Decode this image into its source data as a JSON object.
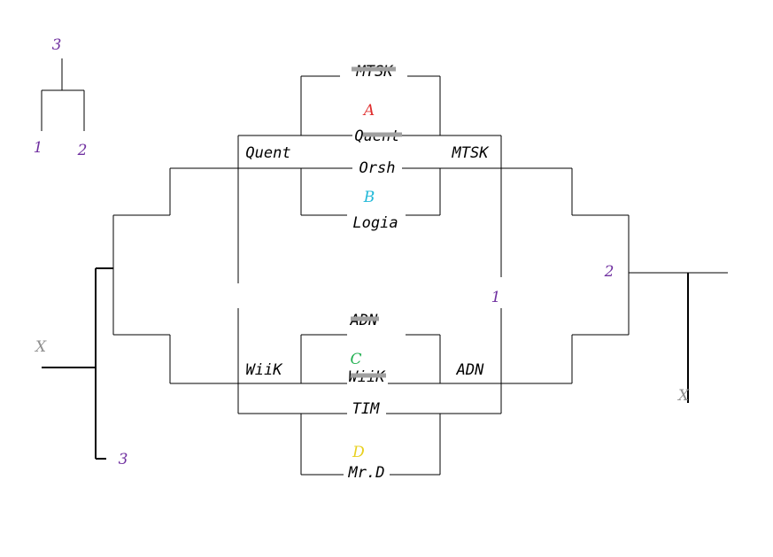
{
  "legend": {
    "top": "3",
    "left": "1",
    "right": "2"
  },
  "groups": {
    "a": {
      "label": "A",
      "color": "#e03030"
    },
    "b": {
      "label": "B",
      "color": "#20b8d8"
    },
    "c": {
      "label": "C",
      "color": "#20b050"
    },
    "d": {
      "label": "D",
      "color": "#e8d020"
    }
  },
  "teams": {
    "mtsk_top": "MTSK",
    "quent_crossed": "Quent",
    "orsh": "Orsh",
    "logia": "Logia",
    "quent_left": "Quent",
    "mtsk_right": "MTSK",
    "adn_crossed": "ADN",
    "wiik_crossed": "WiiK",
    "tim": "TIM",
    "mrd": "Mr.D",
    "wiik_left": "WiiK",
    "adn_right": "ADN"
  },
  "bracket_labels": {
    "x_left": "X",
    "x_right": "X",
    "three_bottom": "3",
    "one_mid": "1",
    "two_right": "2"
  },
  "colors": {
    "line": "#000000",
    "strike": "#a0a0a0",
    "number": "#7030a0",
    "x_label": "#909090"
  }
}
